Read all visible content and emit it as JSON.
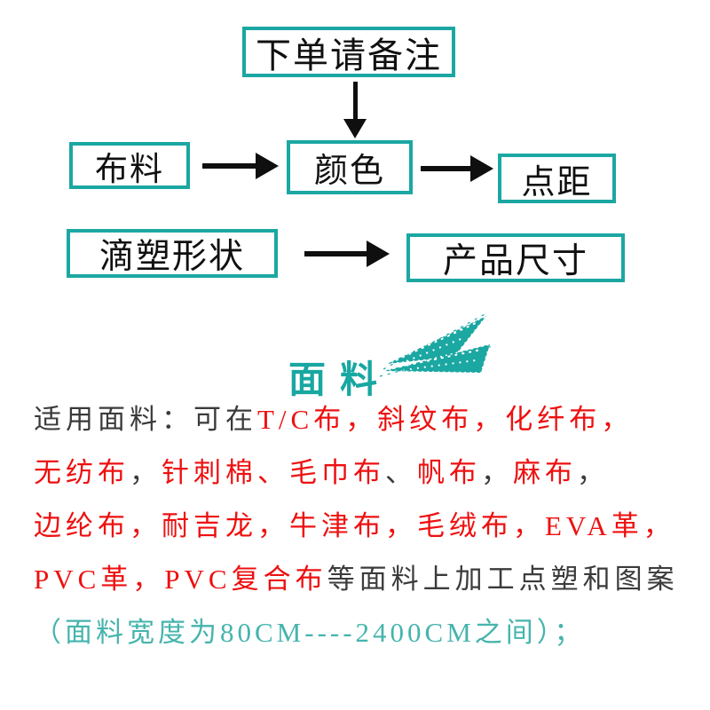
{
  "colors": {
    "teal_border": "#1ba7a2",
    "teal_heading": "#18a7a1",
    "teal_note": "#45b4ad",
    "red": "#ee1010",
    "dark": "#3b3b3b",
    "arrow": "#0f0f0f"
  },
  "flowchart": {
    "top_node": {
      "label": "下单请备注"
    },
    "row2": [
      {
        "label": "布料"
      },
      {
        "label": "颜色"
      },
      {
        "label": "点距"
      }
    ],
    "row3": [
      {
        "label": "滴塑形状"
      },
      {
        "label": "产品尺寸"
      }
    ]
  },
  "section": {
    "heading": "面料",
    "icon": "paper-plane-icon"
  },
  "paragraph": {
    "lines": [
      [
        {
          "t": "适用面料：可在",
          "c": "dark"
        },
        {
          "t": "T/C布，",
          "c": "red"
        },
        {
          "t": "斜纹布，",
          "c": "red"
        },
        {
          "t": "化纤布，",
          "c": "red"
        }
      ],
      [
        {
          "t": "无纺布",
          "c": "red"
        },
        {
          "t": "，",
          "c": "dark"
        },
        {
          "t": "针刺棉、",
          "c": "red"
        },
        {
          "t": "毛巾布",
          "c": "red"
        },
        {
          "t": "、",
          "c": "dark"
        },
        {
          "t": "帆布",
          "c": "red"
        },
        {
          "t": "，",
          "c": "dark"
        },
        {
          "t": "麻布",
          "c": "red"
        },
        {
          "t": "，",
          "c": "dark"
        }
      ],
      [
        {
          "t": "边纶布，耐吉龙，牛津布，毛绒布，EVA革，",
          "c": "red"
        }
      ],
      [
        {
          "t": "PVC革，PVC复合布",
          "c": "red"
        },
        {
          "t": "等面料上加工点塑和图案",
          "c": "dark"
        }
      ],
      [
        {
          "t": "（面料宽度为80CM----2400CM之间）；",
          "c": "teal"
        }
      ]
    ]
  }
}
